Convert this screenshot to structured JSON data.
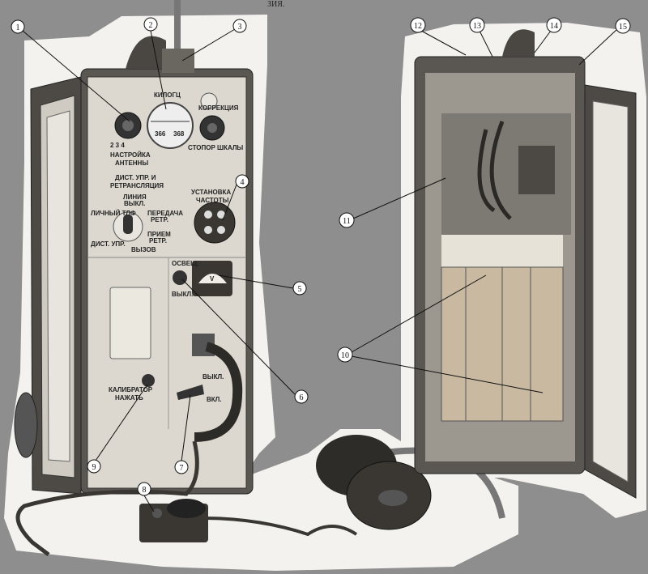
{
  "caption_fragment": "ЗИЯ.",
  "panel_labels": {
    "kilohertz": "КИЛОГЦ",
    "dial_left": "366",
    "dial_right": "368",
    "correction": "КОРРЕКЦИЯ",
    "scale_lock": "СТОПОР ШКАЛЫ",
    "antenna_positions": "2 3 4",
    "antenna_tuning_1": "НАСТРОЙКА",
    "antenna_tuning_2": "АНТЕННЫ",
    "remote_1": "ДИСТ. УПР. И",
    "remote_2": "РЕТРАНСЛЯЦИЯ",
    "line_off_1": "ЛИНИЯ",
    "line_off_2": "ВЫКЛ.",
    "personal_phone": "ЛИЧНЫЙ ТЛФ",
    "transmit_relay_1": "ПЕРЕДАЧА",
    "transmit_relay_2": "РЕТР.",
    "receive_relay_1": "ПРИЕМ",
    "receive_relay_2": "РЕТР.",
    "remote_ctrl": "ДИСТ. УПР.",
    "call": "ВЫЗОВ",
    "freq_set_1": "УСТАНОВКА",
    "freq_set_2": "ЧАСТОТЫ",
    "meter_unit": "V",
    "illum_on": "ОСВЕЩ.",
    "illum_off": "ВЫКЛ.",
    "power_off": "ВЫКЛ.",
    "power_on": "ВКЛ.",
    "calibrator_1": "КАЛИБРАТОР",
    "calibrator_2": "НАЖАТЬ"
  },
  "callouts": [
    "1",
    "2",
    "3",
    "4",
    "5",
    "6",
    "7",
    "8",
    "9",
    "10",
    "11",
    "12",
    "13",
    "14",
    "15"
  ]
}
